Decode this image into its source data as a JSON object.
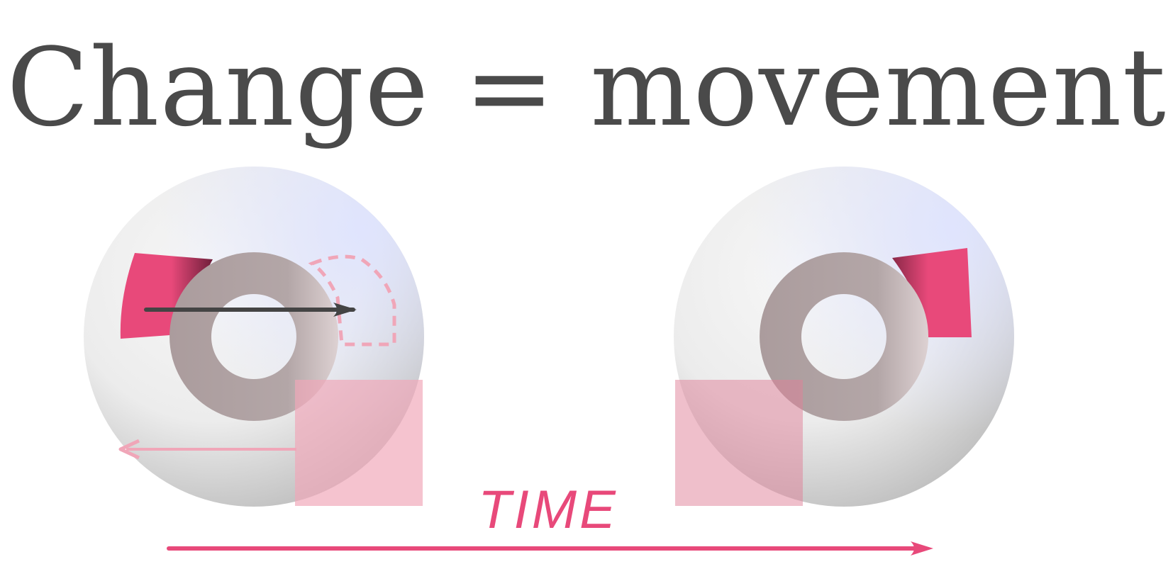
{
  "title": "Change = movement",
  "time_label": "TIME",
  "colors": {
    "title": "#4a4a4a",
    "accent": "#e8497a",
    "ring": "#a8989a",
    "arrow_dark": "#444444",
    "square": "#f0a6b8"
  },
  "icons": [
    "ball-with-ring",
    "motion-arrow",
    "time-arrow"
  ]
}
